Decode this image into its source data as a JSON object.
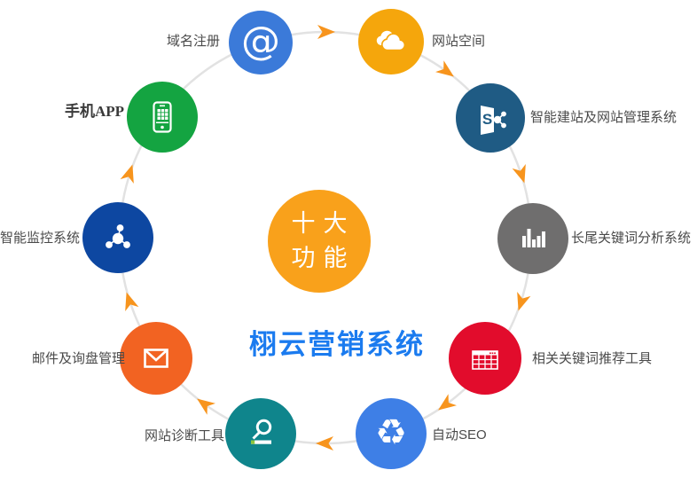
{
  "diagram": {
    "center_badge": {
      "line1": "十大",
      "line2": "功能"
    },
    "title": "栩云营销系统",
    "nodes": [
      {
        "id": "domain-registration",
        "label": "域名注册",
        "icon": "at-icon",
        "color": "#3B7AD9",
        "glyph": "@"
      },
      {
        "id": "web-hosting",
        "label": "网站空间",
        "icon": "cloud-icon",
        "color": "#F5A60C"
      },
      {
        "id": "site-builder",
        "label": "智能建站及网站管理系统",
        "icon": "sharepoint-icon",
        "color": "#1F5B84"
      },
      {
        "id": "longtail-analysis",
        "label": "长尾关键词分析系统",
        "icon": "bar-chart-icon",
        "color": "#6F6E6E"
      },
      {
        "id": "related-keywords",
        "label": "相关关键词推荐工具",
        "icon": "table-icon",
        "color": "#E20C2C"
      },
      {
        "id": "auto-seo",
        "label": "自动SEO",
        "icon": "recycle-icon",
        "color": "#3E7FE6",
        "glyph": "♻"
      },
      {
        "id": "site-diagnostic",
        "label": "网站诊断工具",
        "icon": "magnifier-icon",
        "color": "#0F858C"
      },
      {
        "id": "mail-inquiry",
        "label": "邮件及询盘管理",
        "icon": "envelope-icon",
        "color": "#F26322"
      },
      {
        "id": "smart-monitoring",
        "label": "智能监控系统",
        "icon": "network-hub-icon",
        "color": "#0D47A1"
      },
      {
        "id": "mobile-app",
        "label": "手机APP",
        "icon": "smartphone-icon",
        "color": "#14A441"
      }
    ],
    "colors": {
      "ring": "#E2E2E2",
      "arrow": "#F7941D",
      "title_text": "#1B7BEF",
      "center_circle": "#F9A11B",
      "label_text": "#4A4A4A"
    }
  }
}
